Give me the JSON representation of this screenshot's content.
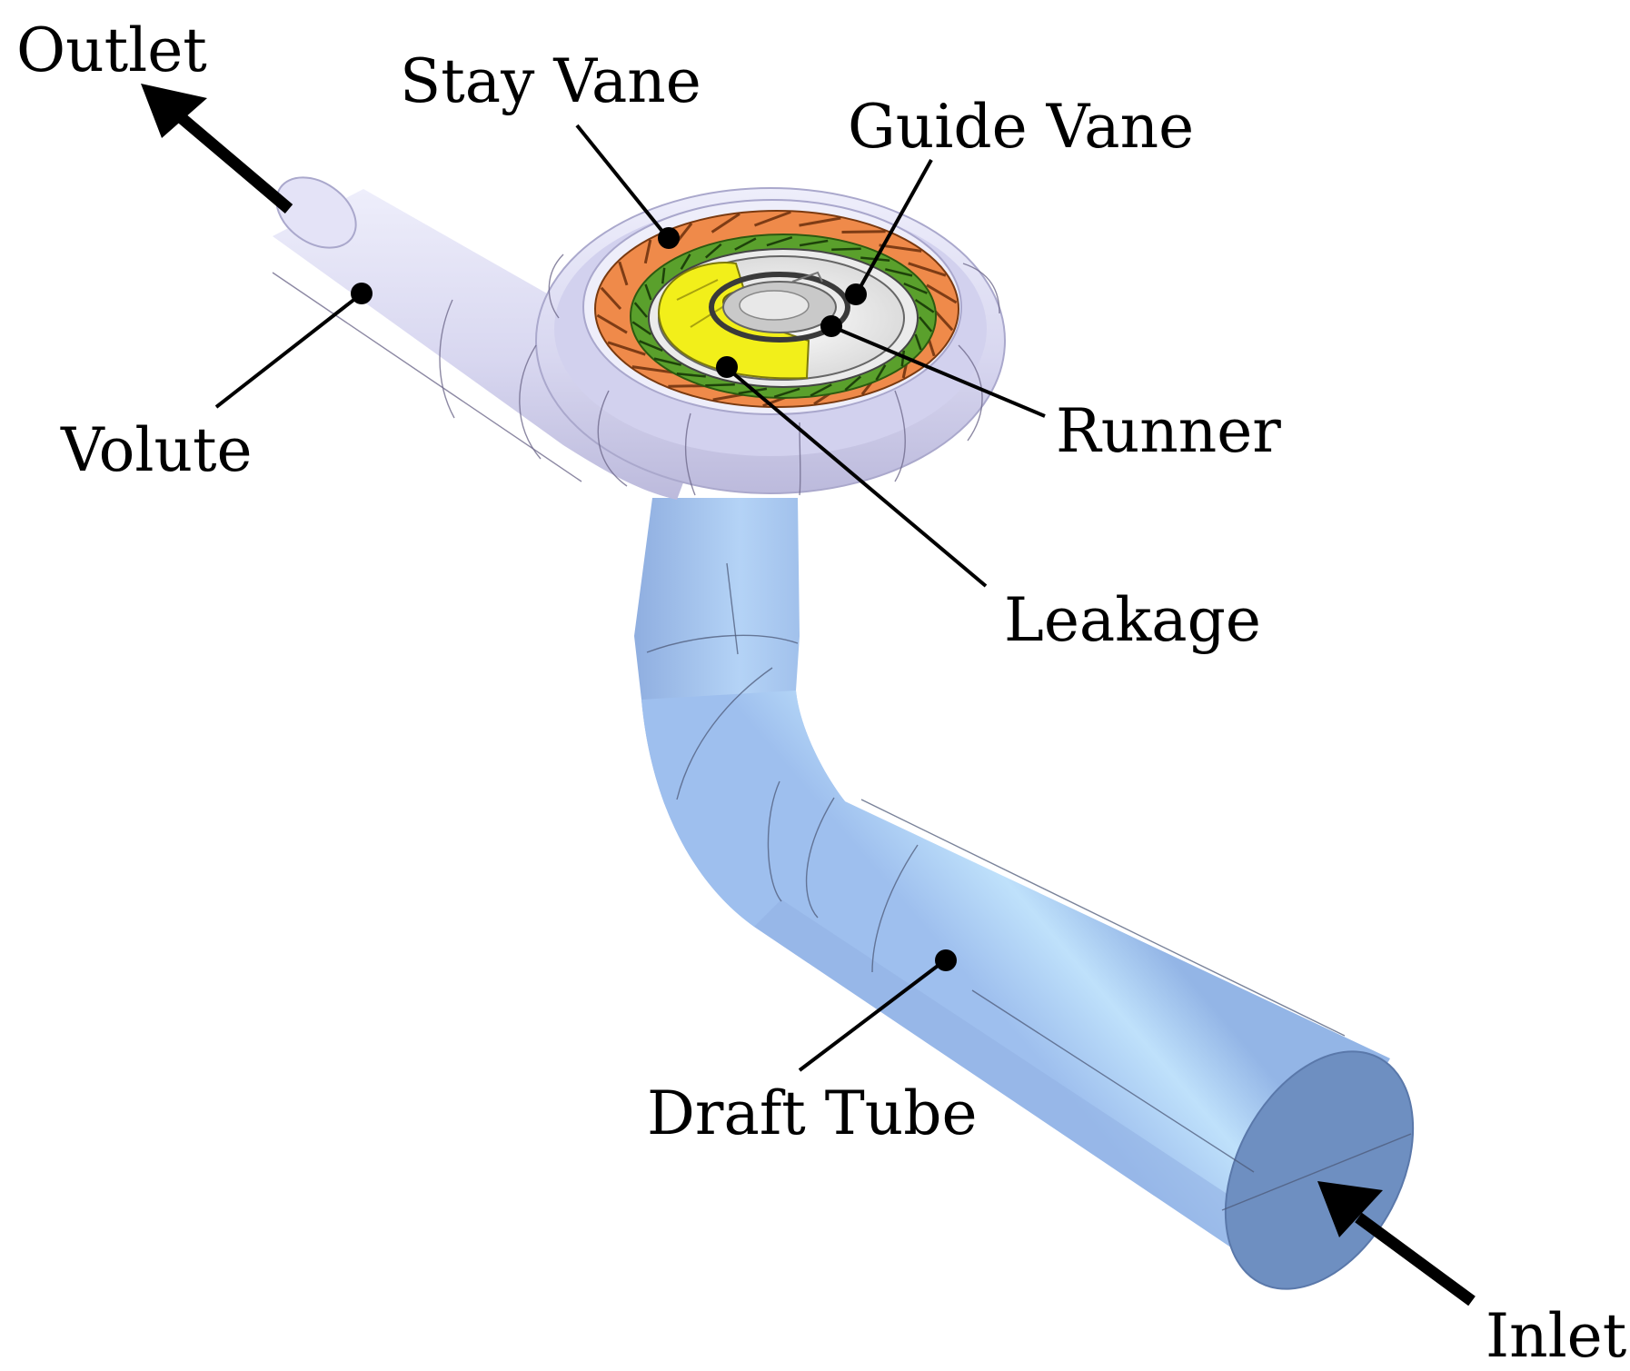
{
  "labels": {
    "outlet": "Outlet",
    "stay_vane": "Stay Vane",
    "guide_vane": "Guide Vane",
    "volute": "Volute",
    "runner": "Runner",
    "leakage": "Leakage",
    "draft_tube": "Draft Tube",
    "inlet": "Inlet"
  },
  "colors": {
    "background": "#ffffff",
    "volute": "#dcdcf2",
    "draft_tube": "#a6c8f2",
    "draft_tube_face": "#6e8fc1",
    "stay_vane": "#ef8a4a",
    "guide_vane": "#5aa02c",
    "runner": "#f2ef1a",
    "leakage": "#d8d8d8",
    "lines": "#000000"
  }
}
